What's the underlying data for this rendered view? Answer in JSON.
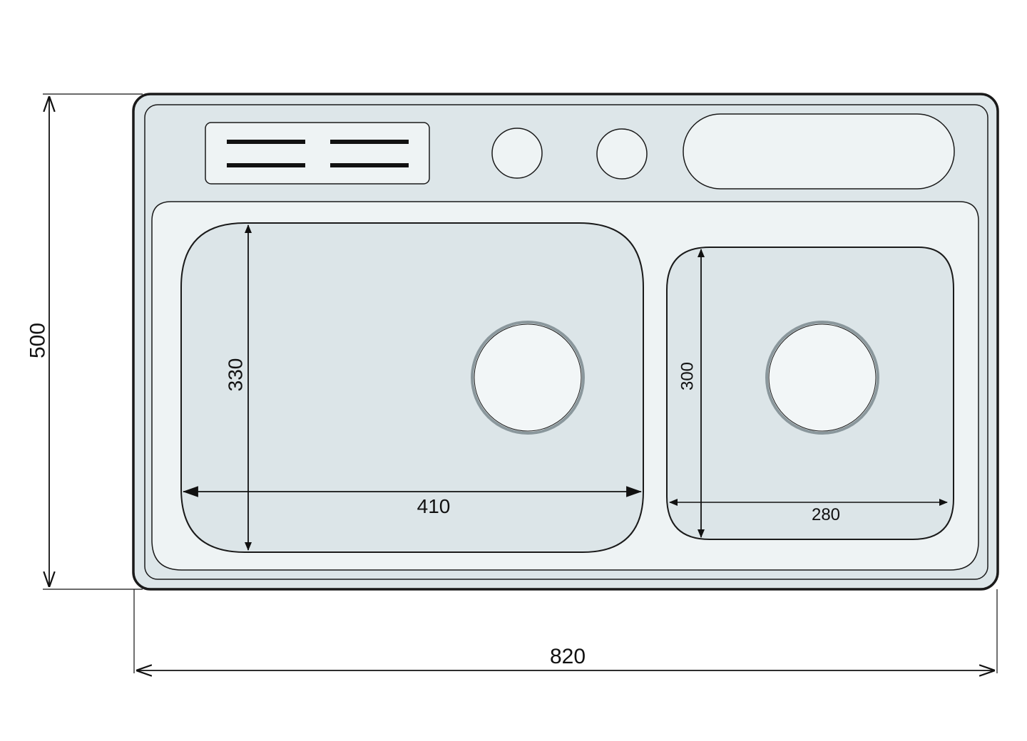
{
  "diagram": {
    "dimensions": {
      "overall_width": "820",
      "overall_height": "500",
      "large_bowl_width": "410",
      "large_bowl_height": "330",
      "small_bowl_width": "280",
      "small_bowl_height": "300"
    },
    "colors": {
      "outline": "#1a1a1a",
      "deck": "#dde6e9",
      "inner_deck": "#eef3f4",
      "bowl": "#dce5e8",
      "drain_ring": "#8a979c",
      "drain_fill": "#f2f6f7"
    }
  }
}
